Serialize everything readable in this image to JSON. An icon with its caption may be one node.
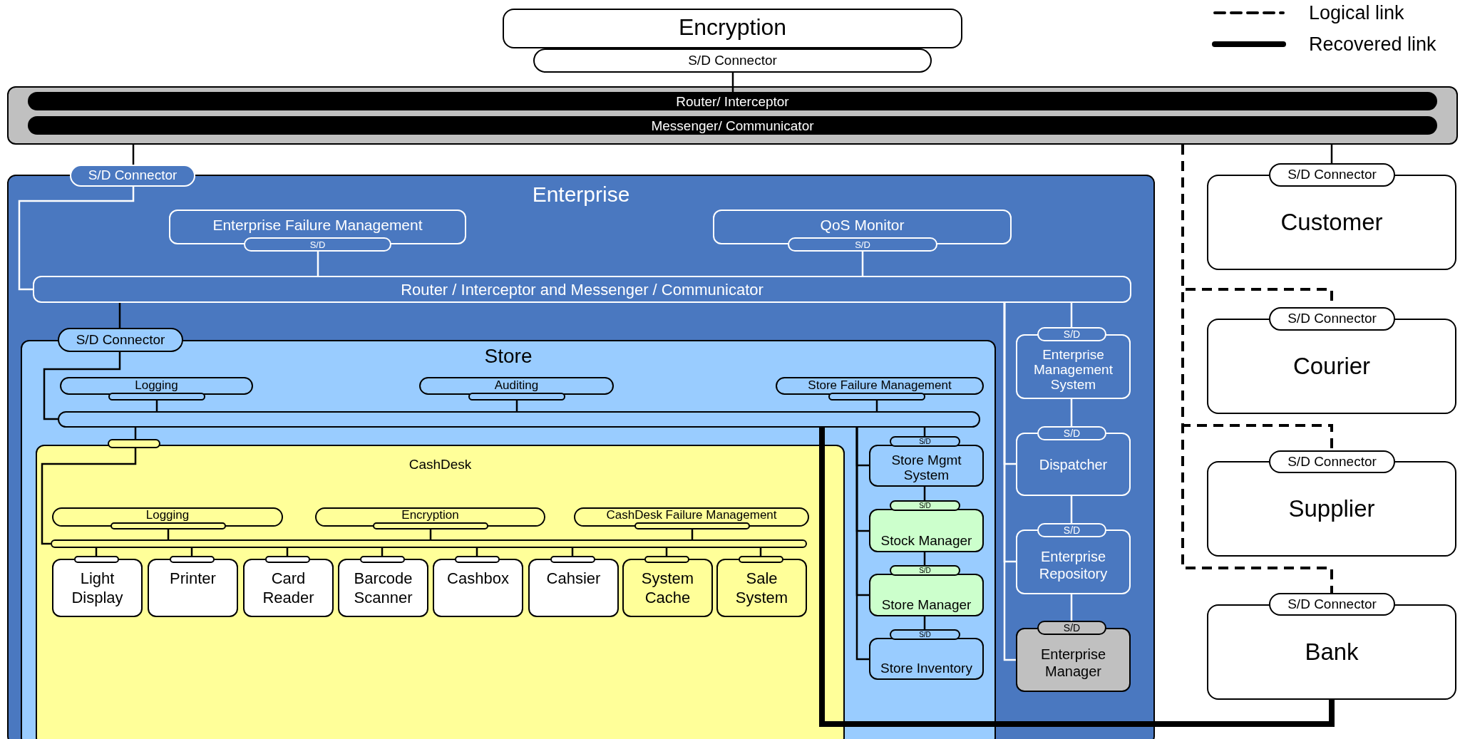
{
  "diagram": {
    "nodes": [
      {
        "text": [
          "Encryption"
        ]
      },
      {
        "text": [
          "S/D Connector"
        ]
      },
      {
        "text": [],
        "shape": "box"
      },
      {
        "text": [
          "Router/ Interceptor"
        ],
        "in": 2
      },
      {
        "text": [
          "Messenger/ Communicator"
        ],
        "in": 2
      },
      {
        "text": [
          "S/D Connector"
        ]
      },
      {
        "text": [
          "Enterprise"
        ]
      },
      {
        "text": [
          "Enterprise Failure Management"
        ],
        "in": 6
      },
      {
        "text": [
          "S/D"
        ],
        "in": 6
      },
      {
        "text": [
          "QoS Monitor"
        ],
        "in": 6
      },
      {
        "text": [
          "S/D"
        ],
        "in": 6
      },
      {
        "text": [
          "Router / Interceptor and Messenger / Communicator"
        ],
        "in": 6
      },
      {
        "text": [
          "S/D Connector"
        ],
        "in": 6
      },
      {
        "text": [
          "Store"
        ],
        "in": 6
      },
      {
        "text": [
          "Logging"
        ],
        "in": 13
      },
      {
        "text": [],
        "shape": "bar",
        "in": 13
      },
      {
        "text": [
          "Auditing"
        ],
        "in": 13
      },
      {
        "text": [],
        "shape": "bar",
        "in": 13
      },
      {
        "text": [
          "Store Failure Management"
        ],
        "in": 13
      },
      {
        "text": [],
        "shape": "bar",
        "in": 13
      },
      {
        "text": [],
        "shape": "bar",
        "in": 13
      },
      {
        "text": [],
        "shape": "bar",
        "in": 13
      },
      {
        "text": [
          "CashDesk"
        ],
        "in": 13
      },
      {
        "text": [
          "Logging"
        ],
        "in": 22
      },
      {
        "text": [],
        "shape": "bar",
        "in": 22
      },
      {
        "text": [
          "Encryption"
        ],
        "in": 22
      },
      {
        "text": [],
        "shape": "bar",
        "in": 22
      },
      {
        "text": [
          "CashDesk Failure Management"
        ],
        "in": 22
      },
      {
        "text": [],
        "shape": "bar",
        "in": 22
      },
      {
        "text": [],
        "shape": "bar",
        "in": 22
      },
      {
        "text": [],
        "shape": "bar",
        "in": 22
      },
      {
        "text": [
          "Light Display"
        ],
        "in": 22
      },
      {
        "text": [],
        "shape": "bar",
        "in": 22
      },
      {
        "text": [
          "Printer"
        ],
        "in": 22
      },
      {
        "text": [],
        "shape": "bar",
        "in": 22
      },
      {
        "text": [
          "Card Reader"
        ],
        "in": 22
      },
      {
        "text": [],
        "shape": "bar",
        "in": 22
      },
      {
        "text": [
          "Barcode Scanner"
        ],
        "in": 22
      },
      {
        "text": [],
        "shape": "bar",
        "in": 22
      },
      {
        "text": [
          "Cashbox"
        ],
        "in": 22
      },
      {
        "text": [],
        "shape": "bar",
        "in": 22
      },
      {
        "text": [
          "Cahsier"
        ],
        "in": 22
      },
      {
        "text": [],
        "shape": "bar",
        "in": 22
      },
      {
        "text": [
          "System Cache"
        ],
        "in": 22
      },
      {
        "text": [],
        "shape": "bar",
        "in": 22
      },
      {
        "text": [
          "Sale System"
        ],
        "in": 22
      },
      {
        "text": [
          "S/D"
        ],
        "in": 13
      },
      {
        "text": [
          "Store Mgmt System"
        ],
        "in": 13
      },
      {
        "text": [
          "S/D"
        ],
        "in": 13
      },
      {
        "text": [
          "Stock Manager"
        ],
        "in": 13
      },
      {
        "text": [
          "S/D"
        ],
        "in": 13
      },
      {
        "text": [
          "Store Manager"
        ],
        "in": 13
      },
      {
        "text": [
          "S/D"
        ],
        "in": 13
      },
      {
        "text": [
          "Store Inventory"
        ],
        "in": 13
      },
      {
        "text": [
          "S/D"
        ],
        "in": 6
      },
      {
        "text": [
          "Enterprise Management System"
        ],
        "in": 6
      },
      {
        "text": [
          "S/D"
        ],
        "in": 6
      },
      {
        "text": [
          "Dispatcher"
        ],
        "in": 6
      },
      {
        "text": [
          "S/D"
        ],
        "in": 6
      },
      {
        "text": [
          "Enterprise Repository"
        ],
        "in": 6
      },
      {
        "text": [
          "S/D"
        ],
        "in": 6
      },
      {
        "text": [
          "Enterprise Manager"
        ],
        "in": 6
      },
      {
        "text": [
          "S/D Connector"
        ]
      },
      {
        "text": [
          "Customer"
        ]
      },
      {
        "text": [
          "S/D Connector"
        ]
      },
      {
        "text": [
          "Courier"
        ]
      },
      {
        "text": [
          "S/D Connector"
        ]
      },
      {
        "text": [
          "Supplier"
        ]
      },
      {
        "text": [
          "S/D Connector"
        ]
      },
      {
        "text": [
          "Bank"
        ]
      }
    ],
    "edges": [
      {
        "from": 1,
        "to": 3,
        "arrow": "none"
      },
      {
        "from": 5,
        "to": 2,
        "arrow": "none"
      },
      {
        "from": 5,
        "to": 11,
        "arrow": "none",
        "color": "#ffffff"
      },
      {
        "from": 8,
        "to": 11,
        "arrow": "none",
        "color": "#ffffff"
      },
      {
        "from": 10,
        "to": 11,
        "arrow": "none",
        "color": "#ffffff"
      },
      {
        "from": 11,
        "to": 12,
        "arrow": "none"
      },
      {
        "from": 12,
        "to": 20,
        "arrow": "none"
      },
      {
        "from": 15,
        "to": 20,
        "arrow": "none"
      },
      {
        "from": 17,
        "to": 20,
        "arrow": "none"
      },
      {
        "from": 19,
        "to": 20,
        "arrow": "none"
      },
      {
        "from": 20,
        "to": 21,
        "arrow": "none"
      },
      {
        "from": 21,
        "to": 29,
        "arrow": "none"
      },
      {
        "from": 24,
        "to": 29,
        "arrow": "none"
      },
      {
        "from": 26,
        "to": 29,
        "arrow": "none"
      },
      {
        "from": 28,
        "to": 29,
        "arrow": "none"
      },
      {
        "from": 29,
        "to": 30,
        "arrow": "none"
      },
      {
        "from": 29,
        "to": 32,
        "arrow": "none"
      },
      {
        "from": 29,
        "to": 34,
        "arrow": "none"
      },
      {
        "from": 29,
        "to": 36,
        "arrow": "none"
      },
      {
        "from": 29,
        "to": 38,
        "arrow": "none"
      },
      {
        "from": 29,
        "to": 40,
        "arrow": "none"
      },
      {
        "from": 29,
        "to": 42,
        "arrow": "none"
      },
      {
        "from": 29,
        "to": 44,
        "arrow": "none"
      },
      {
        "from": 46,
        "to": 20,
        "arrow": "none"
      },
      {
        "from": 20,
        "to": 47,
        "arrow": "none"
      },
      {
        "from": 20,
        "to": 49,
        "arrow": "none"
      },
      {
        "from": 20,
        "to": 51,
        "arrow": "none"
      },
      {
        "from": 20,
        "to": 53,
        "arrow": "none"
      },
      {
        "from": 47,
        "to": 48,
        "arrow": "none"
      },
      {
        "from": 49,
        "to": 50,
        "arrow": "none"
      },
      {
        "from": 51,
        "to": 52,
        "arrow": "none"
      },
      {
        "from": 11,
        "to": 54,
        "arrow": "none",
        "color": "#ffffff"
      },
      {
        "from": 55,
        "to": 56,
        "arrow": "none",
        "color": "#ffffff"
      },
      {
        "from": 57,
        "to": 58,
        "arrow": "none",
        "color": "#ffffff"
      },
      {
        "from": 59,
        "to": 60,
        "arrow": "none",
        "color": "#ffffff"
      },
      {
        "from": 11,
        "to": 57,
        "arrow": "none",
        "color": "#ffffff"
      },
      {
        "from": 11,
        "to": 59,
        "arrow": "none",
        "color": "#ffffff"
      },
      {
        "from": 11,
        "to": 61,
        "arrow": "none",
        "color": "#ffffff"
      },
      {
        "from": 2,
        "to": 62,
        "arrow": "none"
      },
      {
        "from": 2,
        "to": 64,
        "arrow": "none",
        "style": "dashed"
      },
      {
        "from": 2,
        "to": 66,
        "arrow": "none",
        "style": "dashed"
      },
      {
        "from": 2,
        "to": 68,
        "arrow": "none",
        "style": "dashed"
      },
      {
        "from": 69,
        "to": 20,
        "arrow": "none",
        "style": "thick"
      }
    ],
    "legend": [
      {
        "text": "Logical link"
      },
      {
        "text": "Recovered link"
      }
    ]
  }
}
